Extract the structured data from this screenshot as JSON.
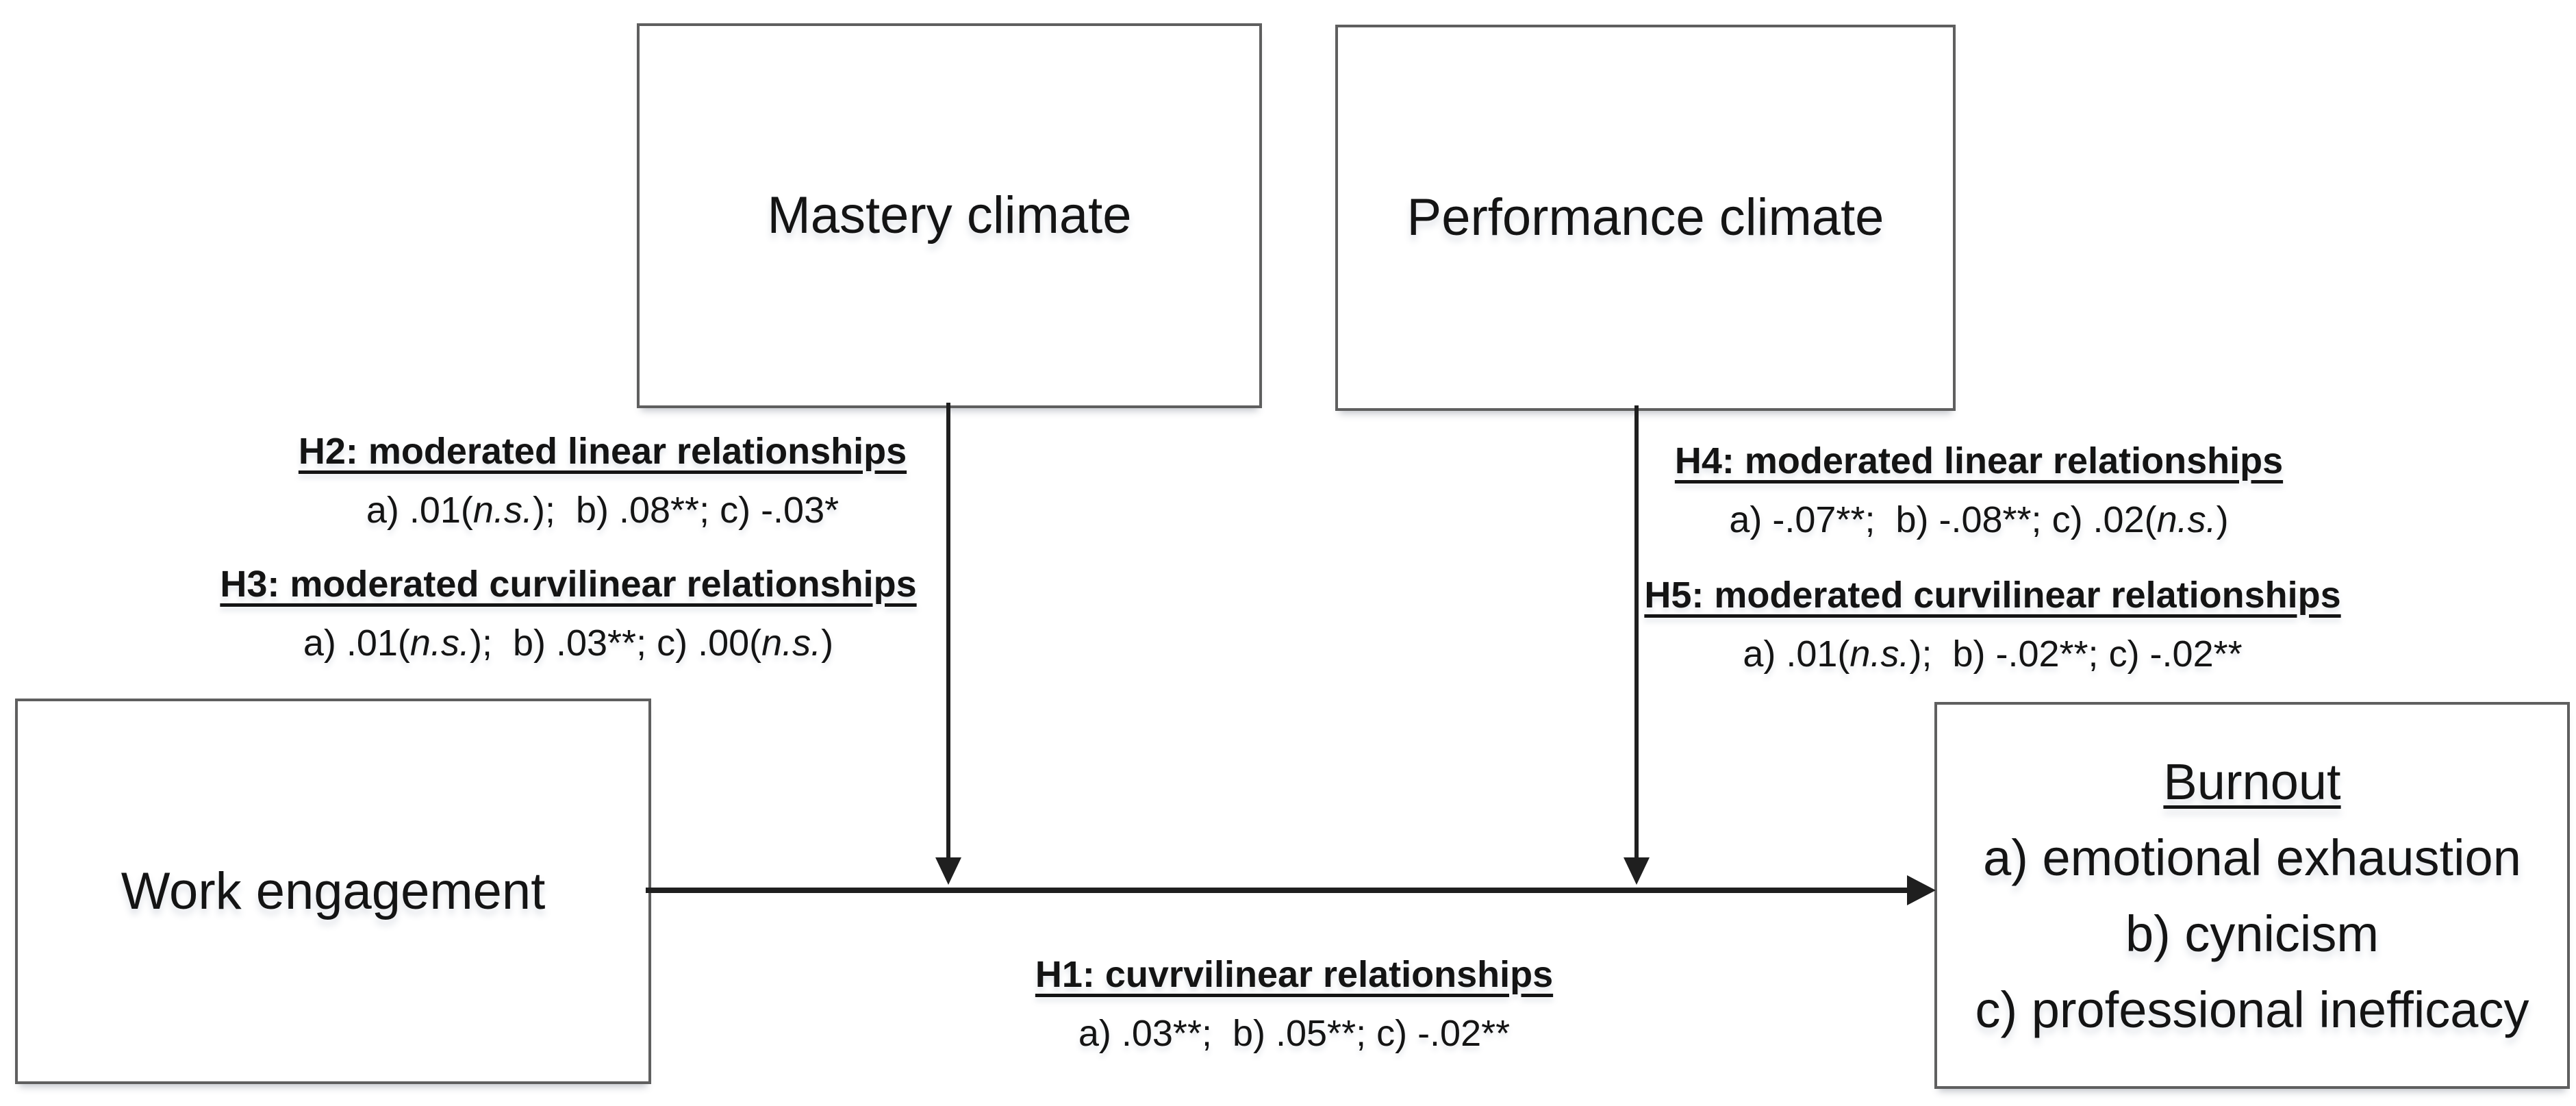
{
  "figure": {
    "type": "conceptual-model-diagram",
    "colors": {
      "background": "#ffffff",
      "box_border": "#5f5f5f",
      "arrow": "#1f1f1f",
      "text": "#141414"
    },
    "boxes": {
      "mastery": {
        "label": "Mastery climate"
      },
      "performance": {
        "label": "Performance climate"
      },
      "work_engagement": {
        "label": "Work engagement"
      },
      "burnout": {
        "title": "Burnout",
        "items": [
          "a) emotional exhaustion",
          "b) cynicism",
          "c) professional inefficacy"
        ]
      }
    },
    "hypotheses": {
      "h1": {
        "title": "H1: cuvrvilinear relationships",
        "values": "a) .03**;  b) .05**; c) -.02**"
      },
      "h2": {
        "title": "H2: moderated linear relationships",
        "values": "a) .01(n.s.);  b) .08**; c) -.03*"
      },
      "h3": {
        "title": "H3: moderated curvilinear relationships",
        "values": "a) .01(n.s.);  b) .03**; c) .00(n.s.)"
      },
      "h4": {
        "title": "H4: moderated linear relationships",
        "values": "a) -.07**;  b) -.08**; c) .02(n.s.)"
      },
      "h5": {
        "title": "H5: moderated curvilinear relationships",
        "values": "a) .01(n.s.);  b) -.02**; c) -.02**"
      }
    }
  }
}
